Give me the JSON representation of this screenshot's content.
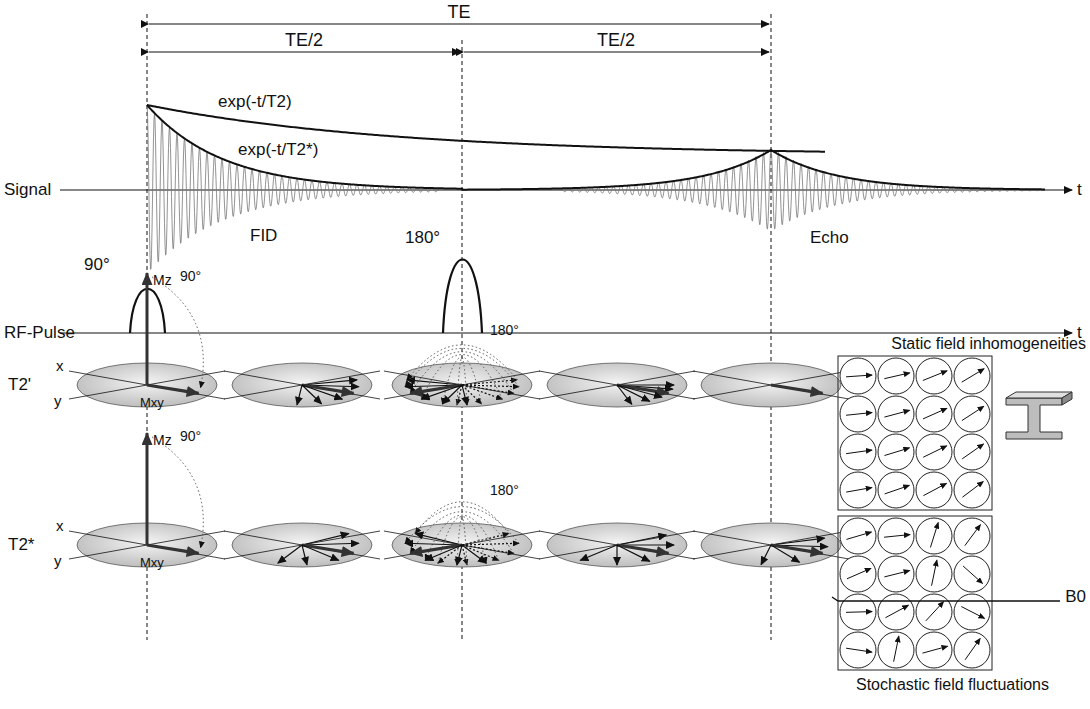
{
  "diagram": {
    "labels": [
      "TE",
      "TE/2",
      "TE/2",
      "exp(-t/T2)",
      "exp(-t/T2*)",
      "Signal",
      "t",
      "FID",
      "Echo",
      "90°",
      "180°",
      "RF-Pulse",
      "t",
      "T2'",
      "x",
      "y",
      "Mz",
      "Mxy",
      "90°",
      "180°",
      "Static field inhomogeneities",
      "T2*",
      "x",
      "y",
      "Mz",
      "Mxy",
      "90°",
      "180°",
      "B0",
      "Stochastic field fluctuations"
    ]
  }
}
